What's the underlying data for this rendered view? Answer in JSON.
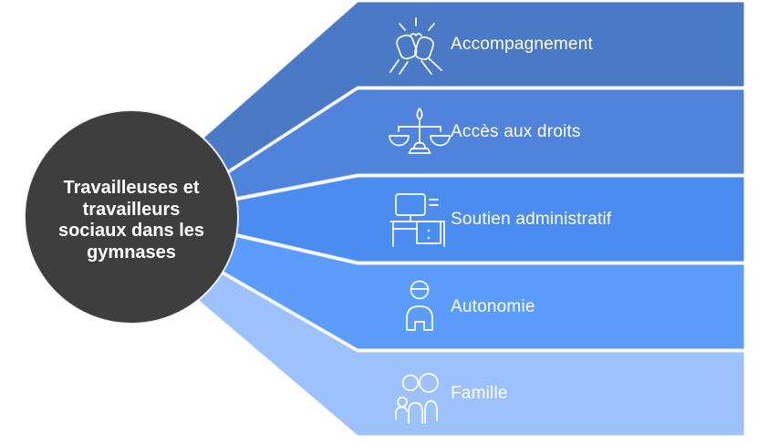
{
  "diagram": {
    "center": {
      "text": "Travailleuses et travailleurs sociaux dans les gymnases",
      "lines": [
        "Travailleuses et",
        "travailleurs",
        "sociaux dans les",
        "gymnases"
      ],
      "color": "#3E3E3E",
      "text_color": "#FFFFFF"
    },
    "items": [
      {
        "label": "Accompagnement",
        "icon": "fist-bump-icon",
        "color": "#4A79C6"
      },
      {
        "label": "Accès aux droits",
        "icon": "scales-of-justice-icon",
        "color": "#5083DC"
      },
      {
        "label": "Soutien administratif",
        "icon": "desk-icon",
        "color": "#4B8CF1"
      },
      {
        "label": "Autonomie",
        "icon": "person-icon",
        "color": "#5C9CFC"
      },
      {
        "label": "Famille",
        "icon": "family-icon",
        "color": "#9DC1FA"
      }
    ],
    "label_color": "#FFFFFF",
    "icon_stroke_color": "#FFFFFF",
    "background": "#FFFFFF"
  }
}
